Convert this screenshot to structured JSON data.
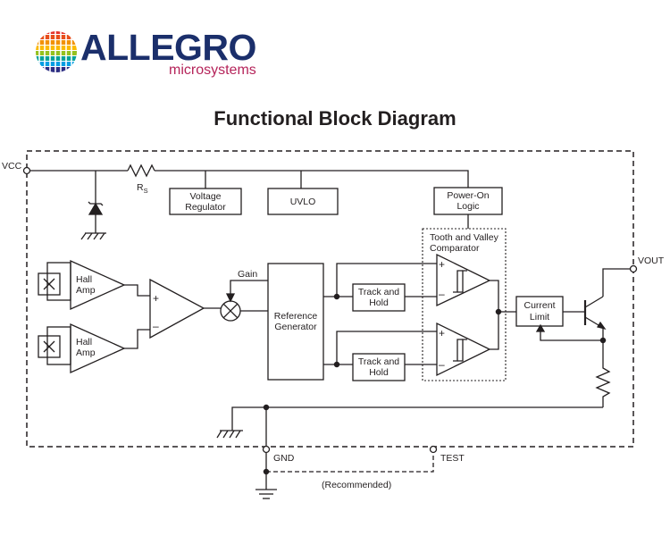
{
  "brand": {
    "name": "ALLEGRO",
    "tagline": "microsystems"
  },
  "title": "Functional Block Diagram",
  "pins": {
    "vcc": "VCC",
    "vout": "VOUT",
    "gnd": "GND",
    "test": "TEST"
  },
  "components": {
    "rs_main": "R",
    "rs_sub": "S",
    "voltage_regulator": [
      "Voltage",
      "Regulator"
    ],
    "uvlo": "UVLO",
    "power_on_logic": [
      "Power-On",
      "Logic"
    ],
    "comparator_group": [
      "Tooth and Valley",
      "Comparator"
    ],
    "hall_amp_top": [
      "Hall",
      "Amp"
    ],
    "hall_amp_bottom": [
      "Hall",
      "Amp"
    ],
    "gain": "Gain",
    "reference_generator": [
      "Reference",
      "Generator"
    ],
    "track_hold_top": [
      "Track and",
      "Hold"
    ],
    "track_hold_bottom": [
      "Track and",
      "Hold"
    ],
    "current_limit": [
      "Current",
      "Limit"
    ],
    "plus": "+",
    "minus": "–"
  },
  "notes": {
    "recommended": "(Recommended)"
  },
  "colors": {
    "text": "#231f20",
    "brand_blue": "#1b2f6b",
    "brand_magenta": "#b5245a"
  }
}
